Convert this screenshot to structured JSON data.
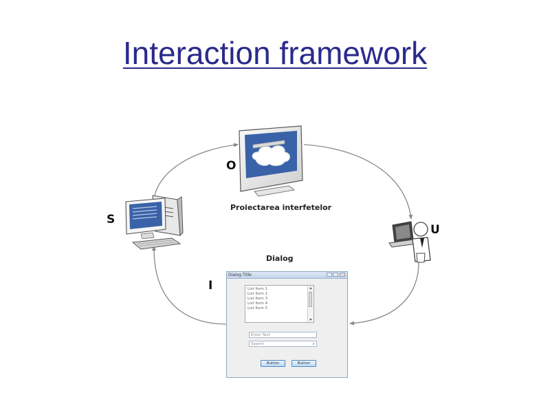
{
  "title": "Interaction framework",
  "labels": {
    "output": "O",
    "system": "S",
    "user": "U",
    "input": "I",
    "monitor_caption": "Proiectarea interfetelor",
    "dialog_caption": "Dialog"
  },
  "dialog": {
    "title": "Dialog Title",
    "list_items": [
      "List Item 1",
      "List Item 2",
      "List Item 3",
      "List Item 4",
      "List Item 5"
    ],
    "text_field": "Enter Text",
    "search_field": "Search",
    "button1": "Button",
    "button2": "Button"
  },
  "colors": {
    "title": "#2a2a8c",
    "screen_blue": "#3a62a8",
    "arrows": "#888888"
  }
}
